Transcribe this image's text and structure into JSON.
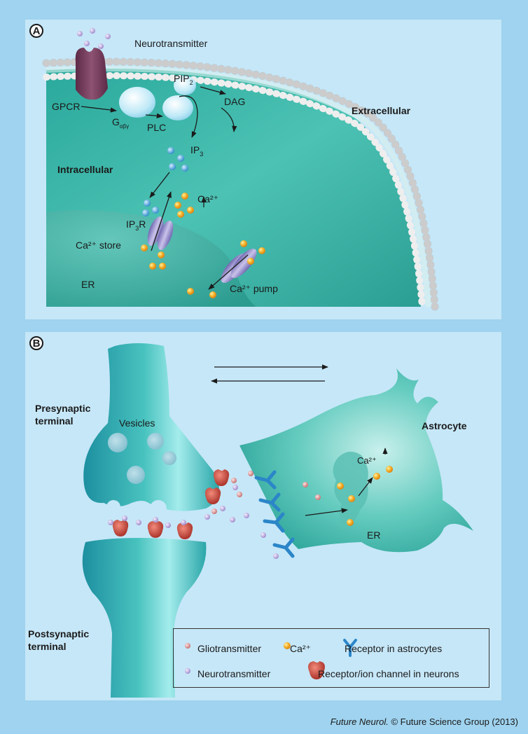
{
  "panel_a": {
    "letter": "A",
    "labels": {
      "neurotransmitter": "Neurotransmitter",
      "gpcr": "GPCR",
      "pip2": "PIP",
      "pip2_sub": "2",
      "dag": "DAG",
      "g_protein": "G",
      "g_protein_sub": "αβγ",
      "plc": "PLC",
      "ip3": "IP",
      "ip3_sub": "3",
      "extracellular": "Extracellular",
      "intracellular": "Intracellular",
      "ca_up": "Ca²⁺",
      "ip3r_a": "IP",
      "ip3r_sub": "3",
      "ip3r_b": "R",
      "ca_store": "Ca²⁺ store",
      "er": "ER",
      "ca_pump": "Ca²⁺ pump"
    }
  },
  "panel_b": {
    "letter": "B",
    "labels": {
      "presynaptic": "Presynaptic\nterminal",
      "vesicles": "Vesicles",
      "astrocyte": "Astrocyte",
      "ca_up": "Ca²⁺",
      "er": "ER",
      "postsynaptic": "Postsynaptic\nterminal"
    },
    "legend": {
      "gliotransmitter": "Gliotransmitter",
      "ca": "Ca²⁺",
      "receptor_astro": "Receptor in astrocytes",
      "neurotransmitter": "Neurotransmitter",
      "receptor_neuron": "Receptor/ion channel in neurons"
    }
  },
  "credit": {
    "journal": "Future Neurol.",
    "rest": " © Future Science Group (2013)"
  },
  "colors": {
    "background": "#9fd3ef",
    "panel": "#c6e7f8",
    "cell": "#2fb0a4",
    "cell_light": "#86d8cc",
    "calcium": "#f4a41c",
    "ip3": "#3a97d6",
    "neurotransmitter": "#b8a5d8",
    "gliotransmitter": "#d98a8a",
    "gpcr": "#7a3a5a",
    "receptor_neuron": "#b82a22",
    "receptor_astro": "#3a97d6"
  }
}
